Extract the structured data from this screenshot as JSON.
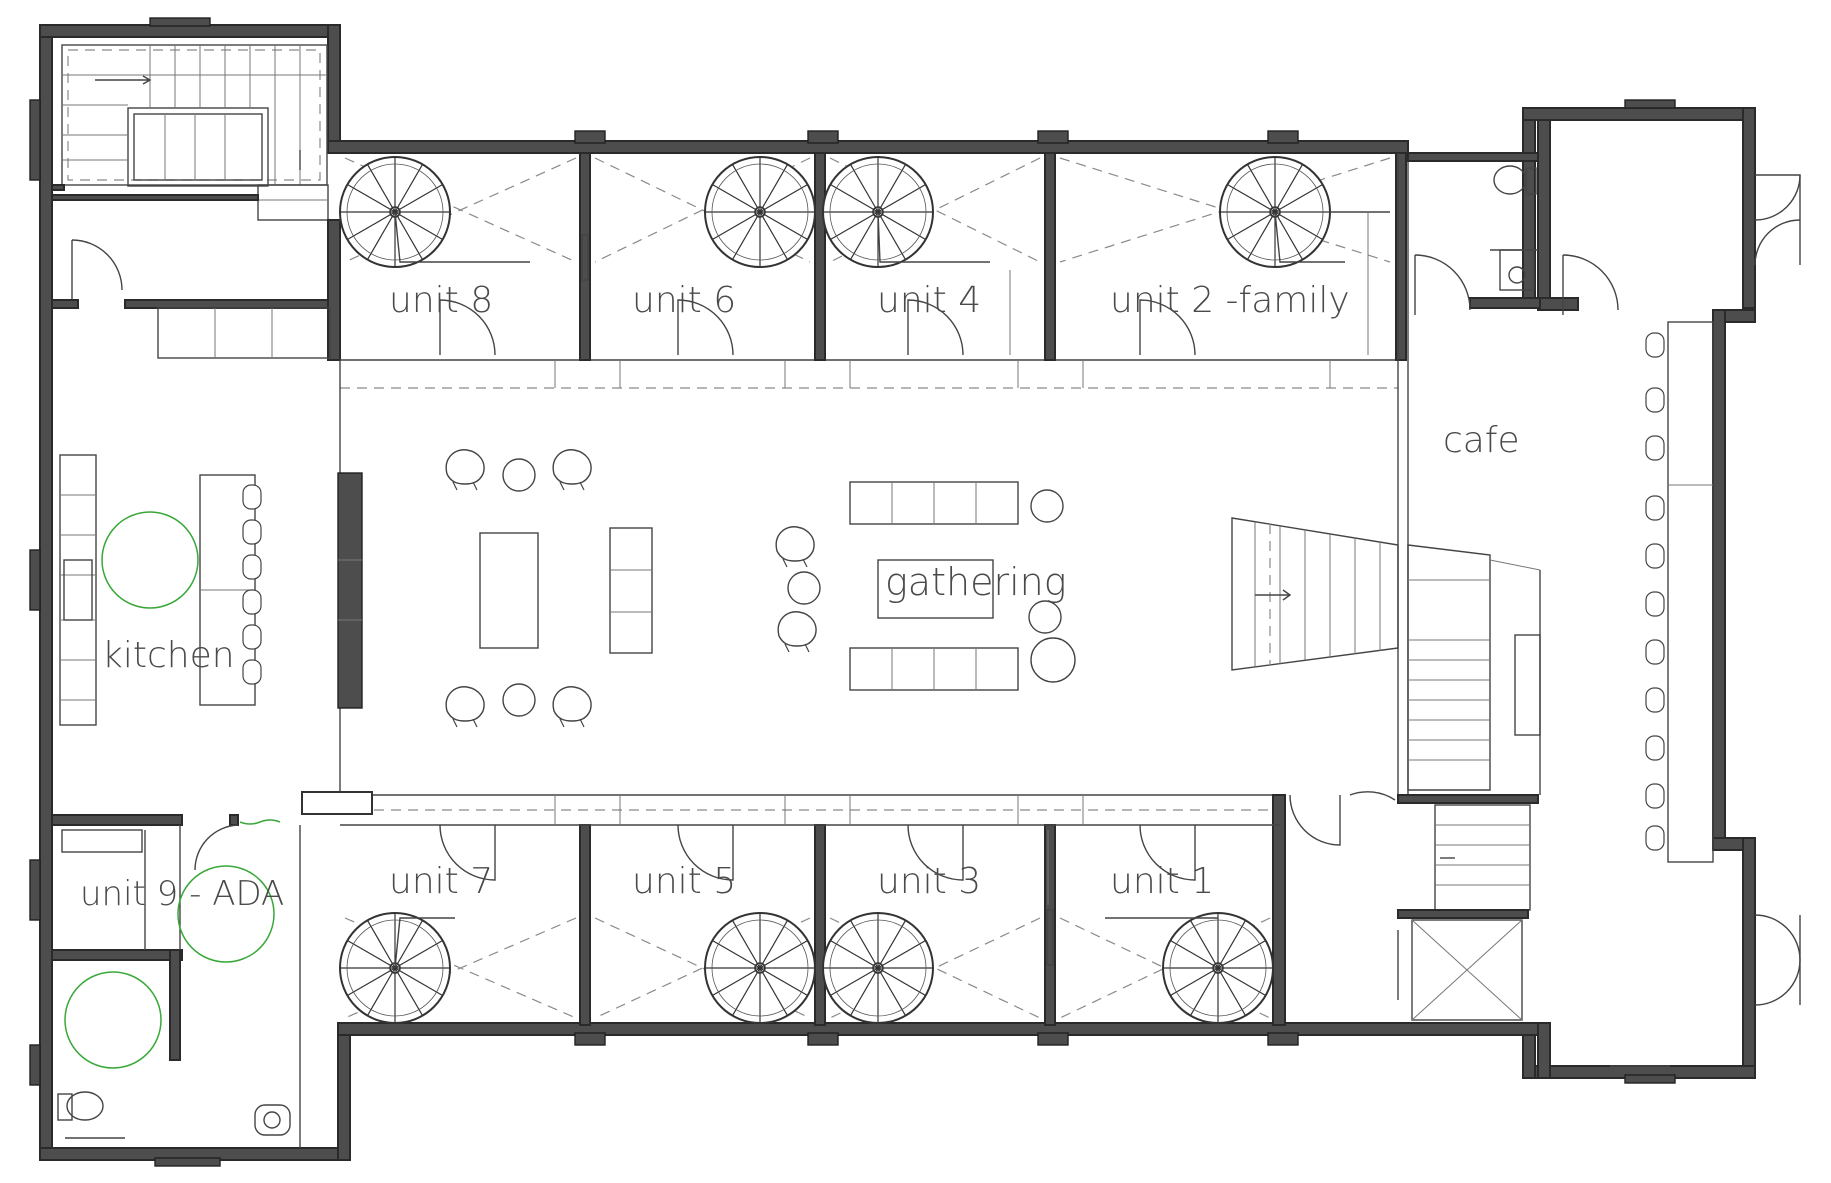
{
  "rooms": {
    "unit8": "unit 8",
    "unit6": "unit 6",
    "unit4": "unit 4",
    "unit2": "unit 2 -family",
    "cafe": "cafe",
    "gathering": "gathering",
    "kitchen": "kitchen",
    "unit7": "unit 7",
    "unit5": "unit 5",
    "unit3": "unit 3",
    "unit1": "unit 1",
    "unit9": "unit 9 - ADA"
  },
  "colors": {
    "wall": "#4d4d4d",
    "line": "#444444",
    "accessibility_circle": "#39a839"
  }
}
